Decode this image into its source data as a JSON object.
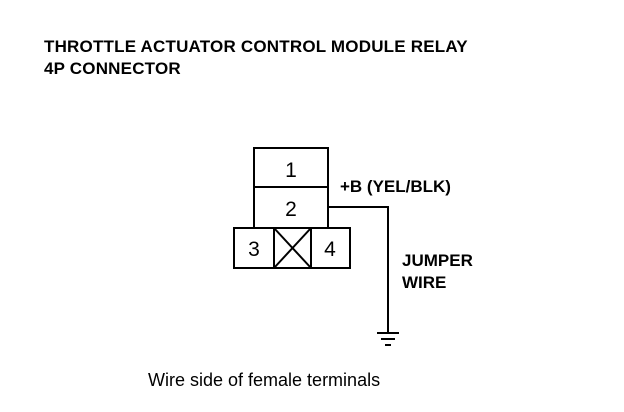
{
  "title": {
    "line1": "THROTTLE ACTUATOR CONTROL MODULE RELAY",
    "line2": "4P CONNECTOR"
  },
  "connector": {
    "terminals": [
      "1",
      "2",
      "3",
      "4"
    ],
    "unused_cell": "X"
  },
  "labels": {
    "power": "+B (YEL/BLK)",
    "jumper_line1": "JUMPER",
    "jumper_line2": "WIRE"
  },
  "ground_symbol": "ground-icon",
  "caption": "Wire side of female terminals"
}
